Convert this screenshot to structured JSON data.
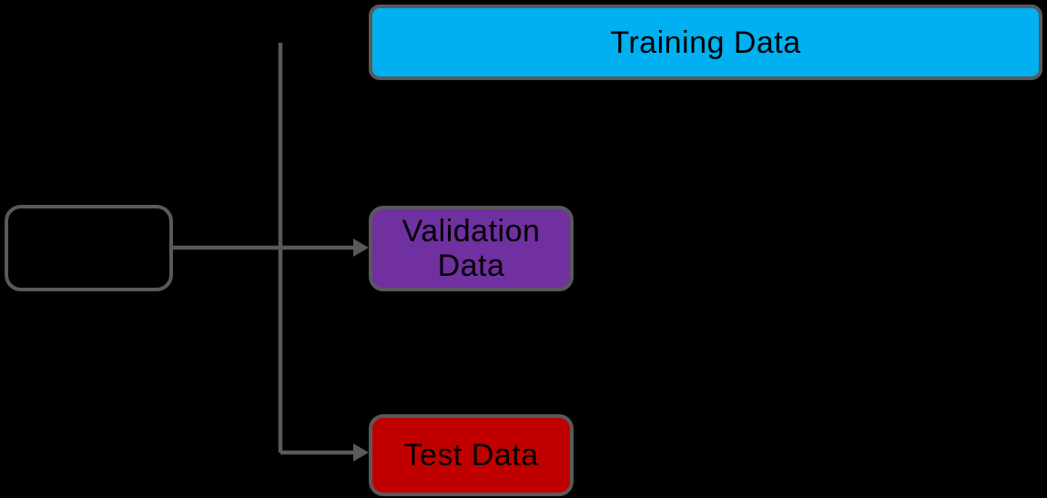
{
  "diagram": {
    "type": "flowchart",
    "description": "Dataset split diagram: source box branching into training, validation and test data",
    "colors": {
      "background": "#000000",
      "connector": "#595959",
      "node_border": "#595959",
      "training_fill": "#00B0F0",
      "validation_fill": "#7030A0",
      "test_fill": "#C00000",
      "label_text": "#000000"
    },
    "nodes": {
      "source": {
        "label": ""
      },
      "training": {
        "label": "Training Data"
      },
      "validation": {
        "label": "Validation Data"
      },
      "test": {
        "label": "Test Data"
      }
    }
  }
}
